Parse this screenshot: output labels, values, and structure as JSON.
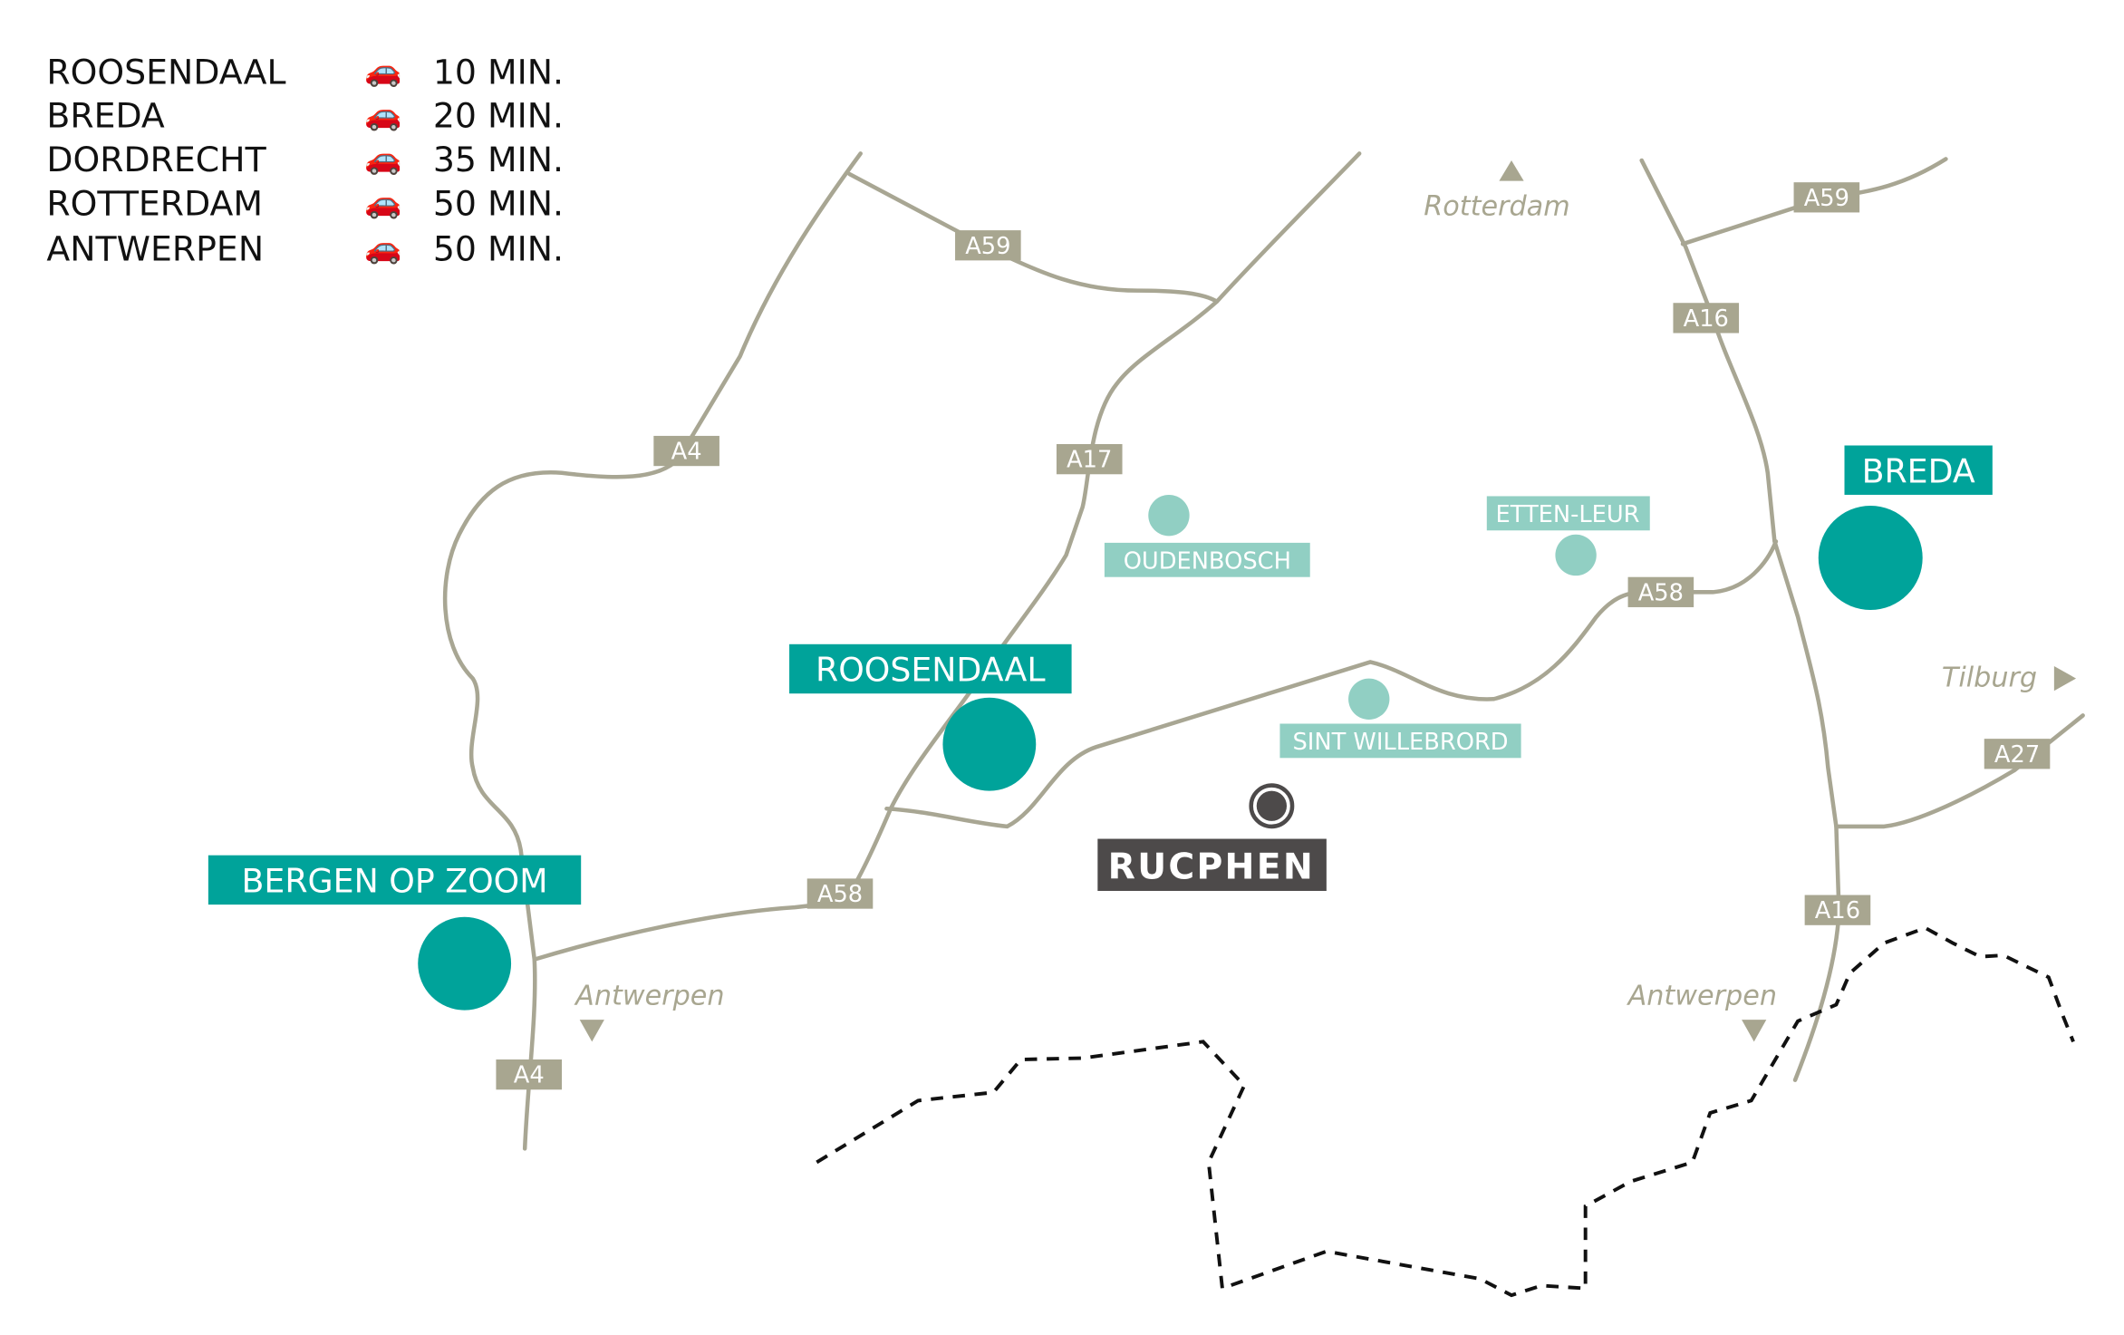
{
  "legend": [
    {
      "place": "ROOSENDAAL",
      "icon": "car-icon",
      "time": "10 MIN."
    },
    {
      "place": "BREDA",
      "icon": "car-icon",
      "time": "20 MIN."
    },
    {
      "place": "DORDRECHT",
      "icon": "car-icon",
      "time": "35 MIN."
    },
    {
      "place": "ROTTERDAM",
      "icon": "car-icon",
      "time": "50 MIN."
    },
    {
      "place": "ANTWERPEN",
      "icon": "car-icon",
      "time": "50 MIN."
    }
  ],
  "roads": {
    "a4_north": "A4",
    "a4_south": "A4",
    "a59_west": "A59",
    "a59_east": "A59",
    "a17": "A17",
    "a58_west": "A58",
    "a58_east": "A58",
    "a16_north": "A16",
    "a16_south": "A16",
    "a27": "A27"
  },
  "cities": {
    "bergen_op_zoom": "BERGEN OP ZOOM",
    "roosendaal": "ROOSENDAAL",
    "breda": "BREDA",
    "rucphen": "RUCPHEN"
  },
  "towns": {
    "oudenbosch": "OUDENBOSCH",
    "etten_leur": "ETTEN-LEUR",
    "sint_willebrord": "SINT WILLEBRORD"
  },
  "directions": {
    "rotterdam": "Rotterdam",
    "tilburg": "Tilburg",
    "antwerpen_west": "Antwerpen",
    "antwerpen_east": "Antwerpen"
  },
  "colors": {
    "city": "#00a39a",
    "town": "#91cfc3",
    "road": "#a8a693",
    "rucphen": "#4d4a4a"
  }
}
